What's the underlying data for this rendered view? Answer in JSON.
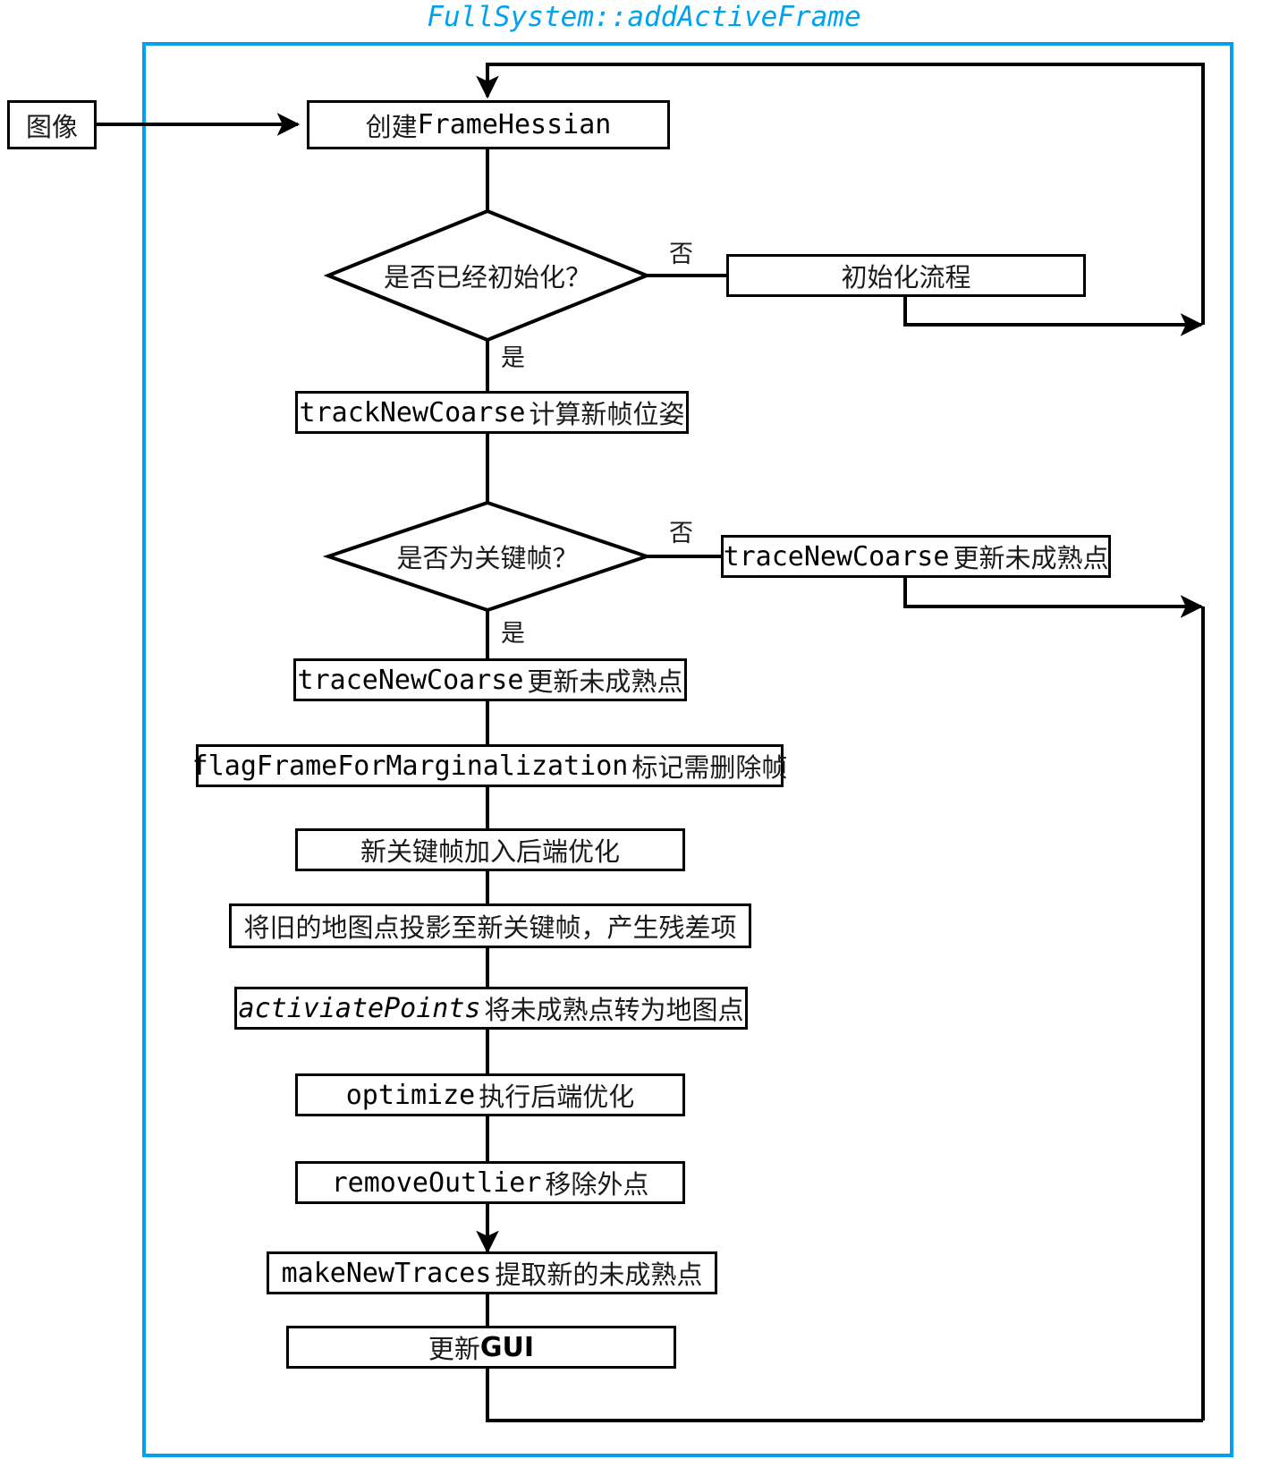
{
  "title": "FullSystem::addActiveFrame",
  "accent_color": "#00a2f0",
  "line_color": "#000000",
  "background": "#ffffff",
  "nodes": {
    "image_input": {
      "label": "图像",
      "shape": "rect"
    },
    "create_frame_hessian": {
      "code": "创建",
      "text": "FrameHessian",
      "shape": "rect"
    },
    "is_initialized": {
      "label": "是否已经初始化？",
      "shape": "diamond"
    },
    "init_process": {
      "label": "初始化流程",
      "shape": "rect"
    },
    "track_new_coarse": {
      "code": "trackNewCoarse",
      "text": "计算新帧位姿",
      "shape": "rect"
    },
    "is_keyframe": {
      "label": "是否为关键帧？",
      "shape": "diamond"
    },
    "trace_new_coarse_no": {
      "code": "traceNewCoarse",
      "text": "更新未成熟点",
      "shape": "rect"
    },
    "trace_new_coarse_yes": {
      "code": "traceNewCoarse",
      "text": "更新未成熟点",
      "shape": "rect"
    },
    "flag_frame_for_marginalization": {
      "code": "flagFrameForMarginalization",
      "text": "标记需删除帧",
      "shape": "rect"
    },
    "add_keyframe_to_backend": {
      "label": "新关键帧加入后端优化",
      "shape": "rect"
    },
    "project_old_points": {
      "label": "将旧的地图点投影至新关键帧，产生残差项",
      "shape": "rect"
    },
    "activiate_points": {
      "code": "activiatePoints",
      "text": "将未成熟点转为地图点",
      "shape": "rect"
    },
    "optimize": {
      "code": "optimize",
      "text": "执行后端优化",
      "shape": "rect"
    },
    "remove_outlier": {
      "code": "removeOutlier",
      "text": "移除外点",
      "shape": "rect"
    },
    "make_new_traces": {
      "code": "makeNewTraces",
      "text": "提取新的未成熟点",
      "shape": "rect"
    },
    "update_gui": {
      "code": "更新",
      "text": "GUI",
      "shape": "rect"
    }
  },
  "edge_labels": {
    "init_no": "否",
    "init_yes": "是",
    "keyframe_no": "否",
    "keyframe_yes": "是"
  },
  "chart_data": {
    "type": "flowchart",
    "title": "FullSystem::addActiveFrame",
    "nodes": [
      "图像",
      "创建FrameHessian",
      "是否已经初始化？",
      "初始化流程",
      "trackNewCoarse 计算新帧位姿",
      "是否为关键帧？",
      "traceNewCoarse 更新未成熟点",
      "traceNewCoarse 更新未成熟点",
      "flagFrameForMarginalization 标记需删除帧",
      "新关键帧加入后端优化",
      "将旧的地图点投影至新关键帧，产生残差项",
      "activiatePoints 将未成熟点转为地图点",
      "optimize 执行后端优化",
      "removeOutlier 移除外点",
      "makeNewTraces 提取新的未成熟点",
      "更新GUI"
    ],
    "edges": [
      {
        "from": "图像",
        "to": "创建FrameHessian",
        "label": ""
      },
      {
        "from": "创建FrameHessian",
        "to": "是否已经初始化？",
        "label": ""
      },
      {
        "from": "是否已经初始化？",
        "to": "初始化流程",
        "label": "否"
      },
      {
        "from": "是否已经初始化？",
        "to": "trackNewCoarse 计算新帧位姿",
        "label": "是"
      },
      {
        "from": "初始化流程",
        "to": "创建FrameHessian",
        "label": ""
      },
      {
        "from": "trackNewCoarse 计算新帧位姿",
        "to": "是否为关键帧？",
        "label": ""
      },
      {
        "from": "是否为关键帧？",
        "to": "traceNewCoarse 更新未成熟点",
        "label": "否"
      },
      {
        "from": "是否为关键帧？",
        "to": "traceNewCoarse 更新未成熟点",
        "label": "是"
      },
      {
        "from": "traceNewCoarse 更新未成熟点",
        "to": "创建FrameHessian",
        "label": ""
      },
      {
        "from": "traceNewCoarse 更新未成熟点",
        "to": "flagFrameForMarginalization 标记需删除帧",
        "label": ""
      },
      {
        "from": "flagFrameForMarginalization 标记需删除帧",
        "to": "新关键帧加入后端优化",
        "label": ""
      },
      {
        "from": "新关键帧加入后端优化",
        "to": "将旧的地图点投影至新关键帧，产生残差项",
        "label": ""
      },
      {
        "from": "将旧的地图点投影至新关键帧，产生残差项",
        "to": "activiatePoints 将未成熟点转为地图点",
        "label": ""
      },
      {
        "from": "activiatePoints 将未成熟点转为地图点",
        "to": "optimize 执行后端优化",
        "label": ""
      },
      {
        "from": "optimize 执行后端优化",
        "to": "removeOutlier 移除外点",
        "label": ""
      },
      {
        "from": "removeOutlier 移除外点",
        "to": "makeNewTraces 提取新的未成熟点",
        "label": ""
      },
      {
        "from": "makeNewTraces 提取新的未成熟点",
        "to": "更新GUI",
        "label": ""
      },
      {
        "from": "更新GUI",
        "to": "创建FrameHessian",
        "label": ""
      }
    ]
  }
}
